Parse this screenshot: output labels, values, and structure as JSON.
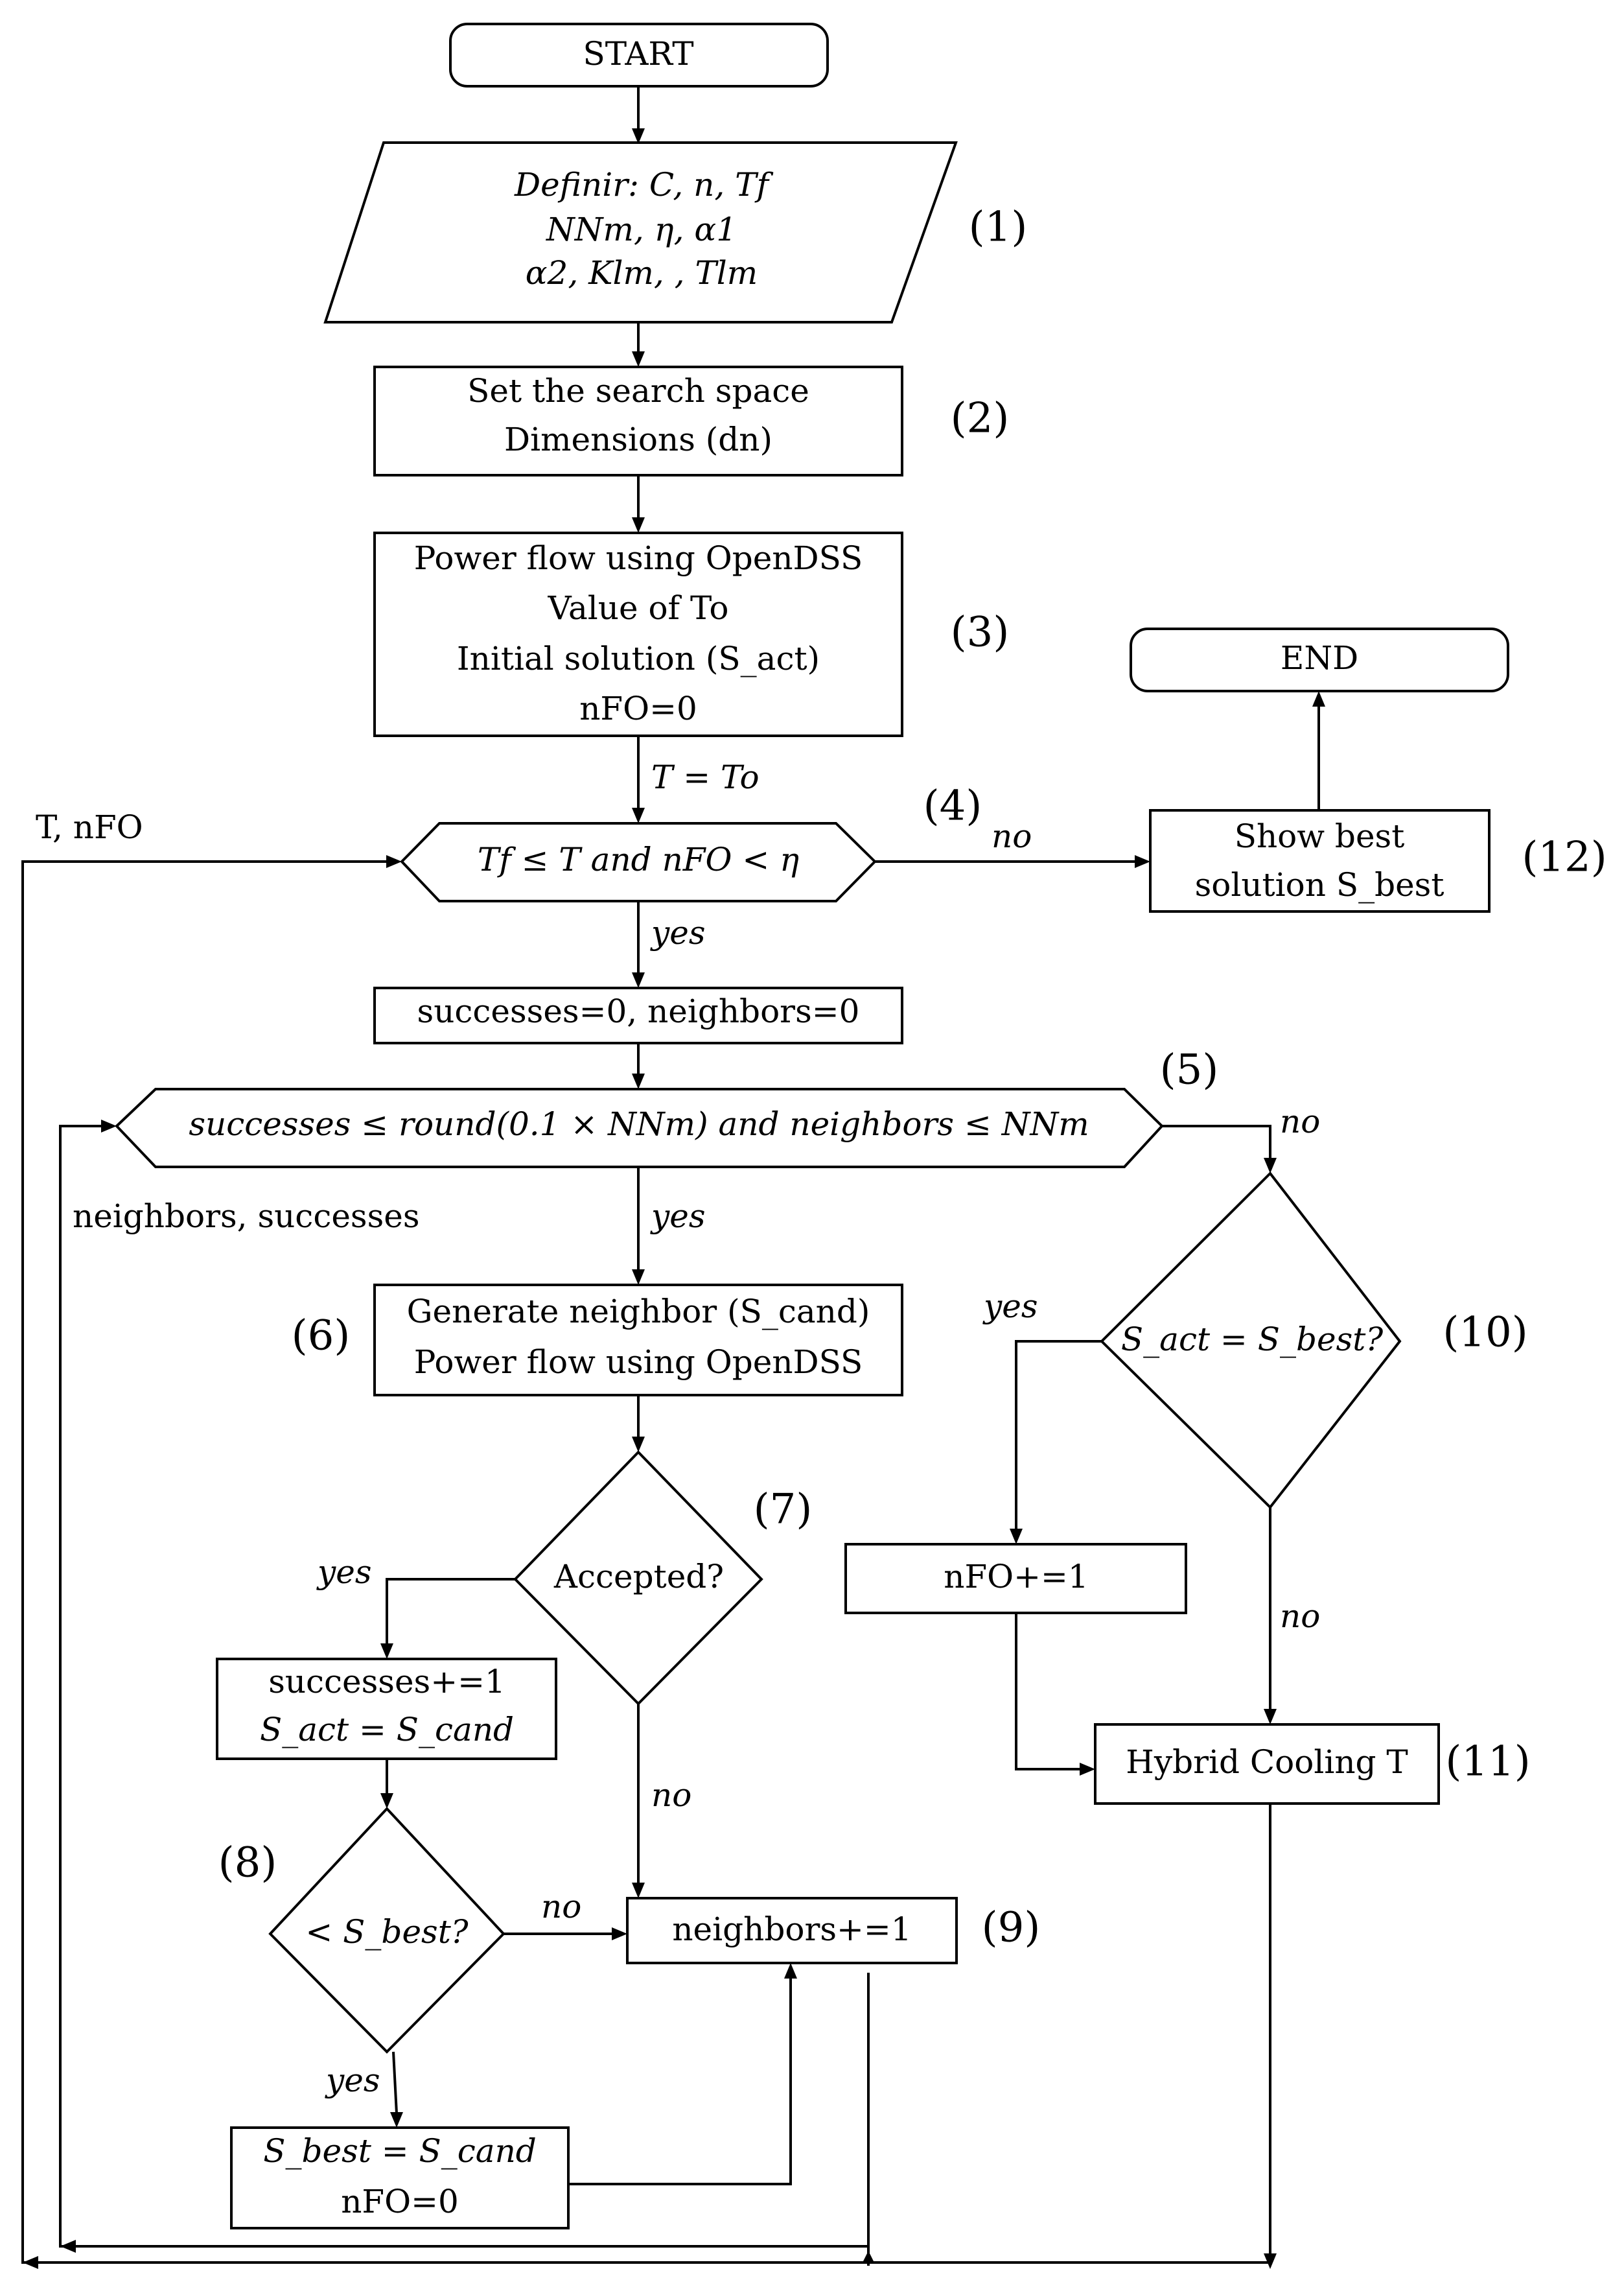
{
  "nodes": {
    "start": "START",
    "define": [
      "Definir: C, n, Tf",
      "NNm, η, α1",
      "α2, Klm, , Tlm"
    ],
    "search_space": [
      "Set the search space",
      "Dimensions (dn)"
    ],
    "power_flow": [
      "Power flow using OpenDSS",
      "Value of To",
      "Initial solution (S_act)",
      "nFO=0"
    ],
    "end": "END",
    "outer_condition": "Tf ≤ T  and  nFO < η",
    "show_best": [
      "Show best",
      "solution S_best"
    ],
    "reset_counters": "successes=0, neighbors=0",
    "inner_condition": "successes ≤ round(0.1 × NNm)  and  neighbors ≤ NNm",
    "generate": [
      "Generate neighbor (S_cand)",
      "Power flow using OpenDSS"
    ],
    "accepted": "Accepted?",
    "success_update": [
      "successes+=1",
      "S_act = S_cand"
    ],
    "best_check": "< S_best?",
    "neighbors_inc": "neighbors+=1",
    "best_update": [
      "S_best = S_cand",
      "nFO=0"
    ],
    "act_best_check": "S_act = S_best?",
    "nfo_inc": "nFO+=1",
    "hybrid_cooling": "Hybrid Cooling T"
  },
  "step_numbers": {
    "s1": "(1)",
    "s2": "(2)",
    "s3": "(3)",
    "s4": "(4)",
    "s5": "(5)",
    "s6": "(6)",
    "s7": "(7)",
    "s8": "(8)",
    "s9": "(9)",
    "s10": "(10)",
    "s11": "(11)",
    "s12": "(12)"
  },
  "edge_labels": {
    "t_eq_to": "T = To",
    "outer_loop": "T, nFO",
    "outer_no": "no",
    "outer_yes": "yes",
    "inner_loop": "neighbors, successes",
    "inner_yes": "yes",
    "inner_no": "no",
    "accepted_yes": "yes",
    "accepted_no": "no",
    "best_no": "no",
    "best_yes": "yes",
    "act_best_yes": "yes",
    "act_best_no": "no"
  }
}
